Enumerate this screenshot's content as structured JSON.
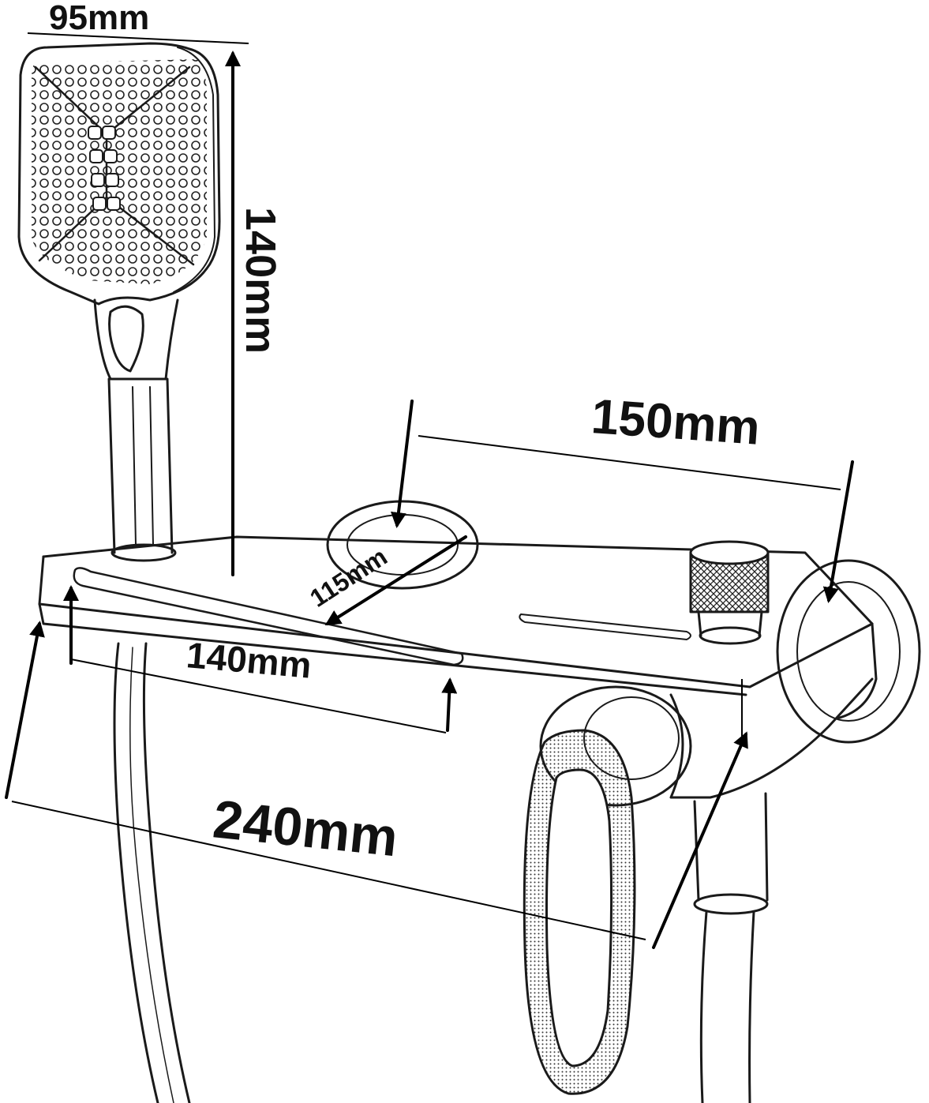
{
  "dimensions": {
    "head_width": "95mm",
    "head_height": "140mm",
    "inlet_spacing": "150mm",
    "shelf_depth": "115mm",
    "shelf_slot_length": "140mm",
    "total_length": "240mm"
  },
  "colors": {
    "ink": "#111111",
    "background": "#ffffff"
  }
}
